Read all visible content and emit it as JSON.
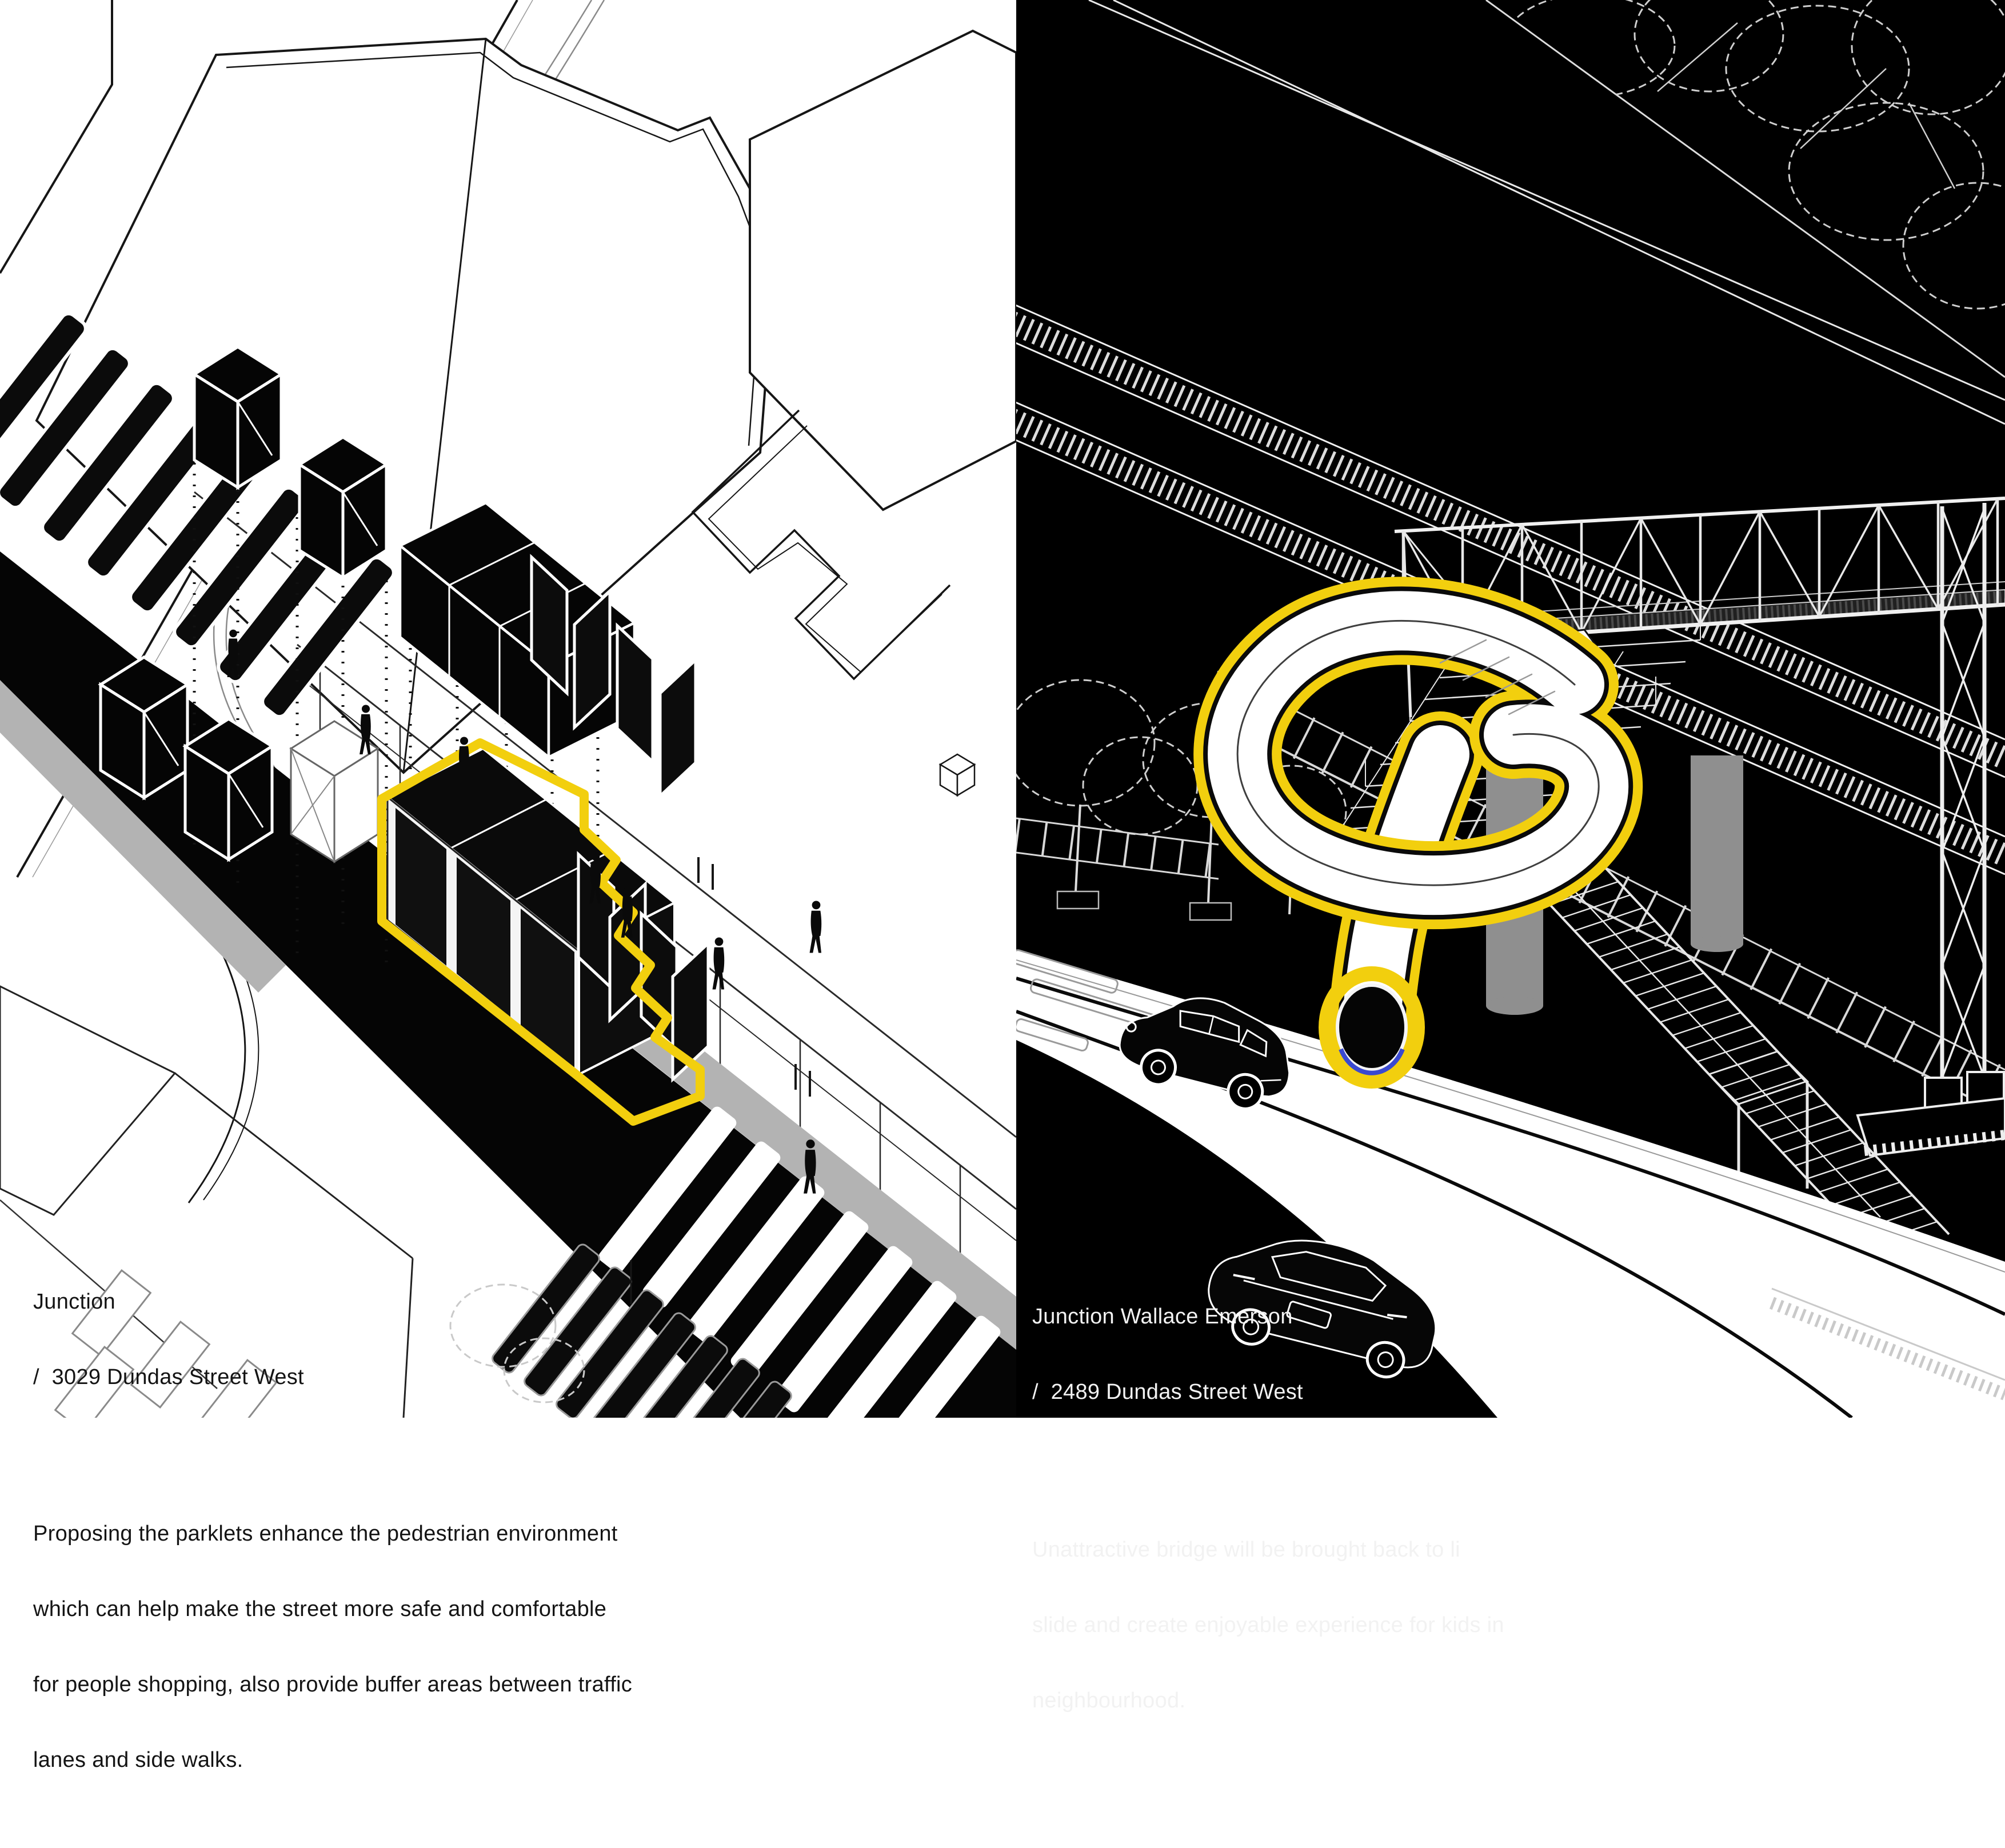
{
  "left": {
    "title": "Junction",
    "address": "/  3029 Dundas Street West",
    "body": [
      "Proposing the parklets enhance the pedestrian environment",
      "which can help make the street more safe and comfortable",
      "for people shopping, also provide buffer areas between traffic",
      "lanes and side walks."
    ]
  },
  "right": {
    "title": "Junction Wallace Emerson",
    "address": "/  2489 Dundas Street West",
    "body": [
      "Unattractive bridge will be brought back to li",
      "slide and create enjoyable experience for kids in",
      "neighbourhood."
    ]
  },
  "colors": {
    "highlight_yellow": "#F2CF0E",
    "left_background": "#FFFFFF",
    "right_background": "#000000",
    "sidewalk_gray": "#B3B3B3",
    "slide_accent_blue": "#3A49D0"
  }
}
